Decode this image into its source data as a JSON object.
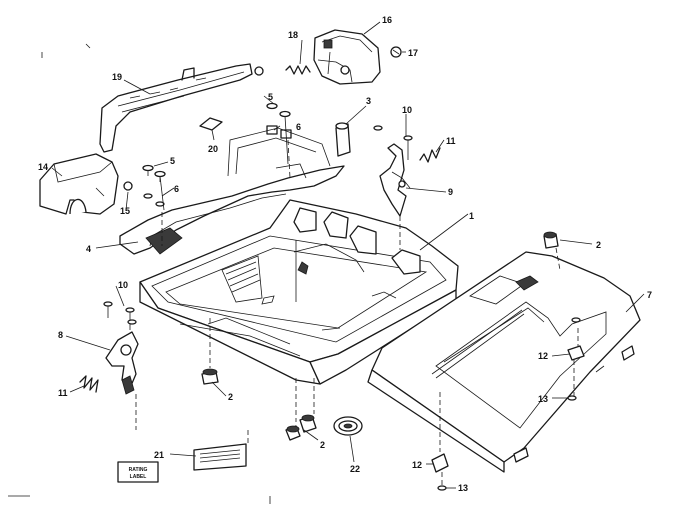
{
  "callouts": {
    "c1": "1",
    "c2a": "2",
    "c2b": "2",
    "c2c": "2",
    "c3": "3",
    "c4": "4",
    "c5a": "5",
    "c5b": "5",
    "c6a": "6",
    "c6b": "6",
    "c7": "7",
    "c8": "8",
    "c9": "9",
    "c10a": "10",
    "c10b": "10",
    "c11a": "11",
    "c11b": "11",
    "c12a": "12",
    "c12b": "12",
    "c13a": "13",
    "c13b": "13",
    "c14": "14",
    "c15": "15",
    "c16": "16",
    "c17": "17",
    "c18": "18",
    "c19": "19",
    "c20": "20",
    "c21": "21",
    "c22": "22"
  },
  "rating_label": {
    "line1": "RATING",
    "line2": "LABEL"
  }
}
